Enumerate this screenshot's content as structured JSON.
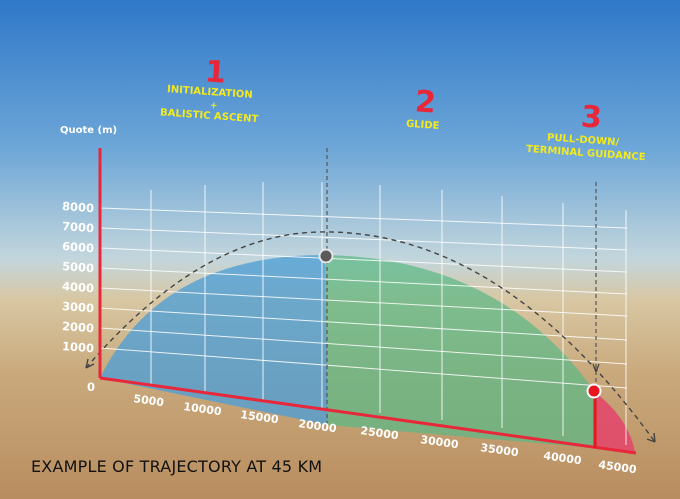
{
  "y_axis_label": "Quote (m)",
  "y_ticks": [
    "8000",
    "7000",
    "6000",
    "5000",
    "4000",
    "3000",
    "2000",
    "1000",
    "0"
  ],
  "x_ticks": [
    "5000",
    "10000",
    "15000",
    "20000",
    "25000",
    "30000",
    "35000",
    "40000",
    "45000"
  ],
  "phases": [
    {
      "number": "1",
      "lines": [
        "INITIALIZATION",
        "+",
        "BALISTIC ASCENT"
      ]
    },
    {
      "number": "2",
      "lines": [
        "GLIDE"
      ]
    },
    {
      "number": "3",
      "lines": [
        "PULL-DOWN/",
        "TERMINAL GUIDANCE"
      ]
    }
  ],
  "caption": "EXAMPLE OF TRAJECTORY AT 45 KM",
  "colors": {
    "axis": "#e8283a",
    "ascent_fill": "#4e9fd6",
    "glide_fill": "#5cb887",
    "terminal_fill": "#e4436b",
    "marker_grey": "#5a5a5a",
    "marker_red": "#e8161f"
  }
}
